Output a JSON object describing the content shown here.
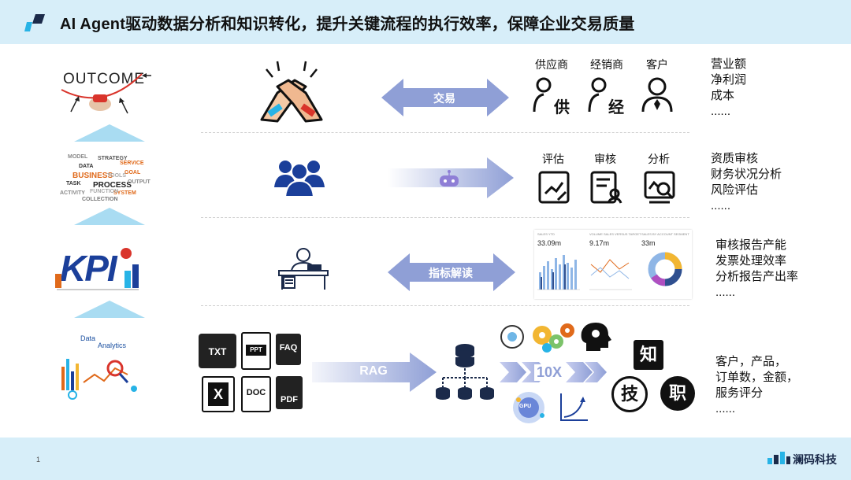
{
  "header": {
    "title": "AI Agent驱动数据分析和知识转化，提升关键流程的执行效率，保障企业交易质量"
  },
  "footer": {
    "page_number": "1",
    "brand": "澜码科技"
  },
  "rows": {
    "transaction": {
      "left_label": "OUTCOME",
      "arrow_label": "交易",
      "parties": [
        {
          "label": "供应商",
          "glyph": "供"
        },
        {
          "label": "经销商",
          "glyph": "经"
        },
        {
          "label": "客户"
        }
      ],
      "metrics": [
        "营业额",
        "净利润",
        "成本",
        "......"
      ]
    },
    "review": {
      "word_cloud": [
        "DATA",
        "BUSINESS",
        "TASK",
        "PROCESS",
        "STRATEGY",
        "GOAL",
        "SYSTEM",
        "OUTPUT",
        "SERVICE",
        "ACTIVITY",
        "MODEL",
        "COLLECTION",
        "FUNCTION",
        "TOOLS"
      ],
      "tools": [
        {
          "label": "评估"
        },
        {
          "label": "审核"
        },
        {
          "label": "分析"
        }
      ],
      "metrics": [
        "资质审核",
        "财务状况分析",
        "风险评估",
        "......"
      ]
    },
    "kpi": {
      "left_label": "KPI",
      "arrow_label": "指标解读",
      "dashboard": {
        "panels": [
          {
            "title": "SALES YTD",
            "value": "33.09m"
          },
          {
            "title": "VOLUME SALES VERSUS TARGET",
            "value": "9.17m"
          },
          {
            "title": "SALES BY ACCOUNT SEGMENT",
            "value": "33m"
          }
        ]
      },
      "metrics": [
        "审核报告产能",
        "发票处理效率",
        "分析报告产出率",
        "......"
      ]
    },
    "knowledge": {
      "left_label_1": "Data",
      "left_label_2": "Analytics",
      "files": [
        "TXT",
        "PPT",
        "FAQ",
        "X",
        "DOC",
        "PDF"
      ],
      "arrow_label": "RAG",
      "speedup": "10X",
      "gpu_label": "GPU",
      "knowledge_glyphs": [
        "知",
        "技",
        "职"
      ],
      "metrics": [
        "客户，产品，",
        "订单数，金额，",
        "服务评分",
        "......"
      ]
    }
  },
  "colors": {
    "band": "#d7eef9",
    "arrow": "#8f9fd6",
    "kpi_blue": "#1b3f9a",
    "accent_red": "#d9342b"
  }
}
